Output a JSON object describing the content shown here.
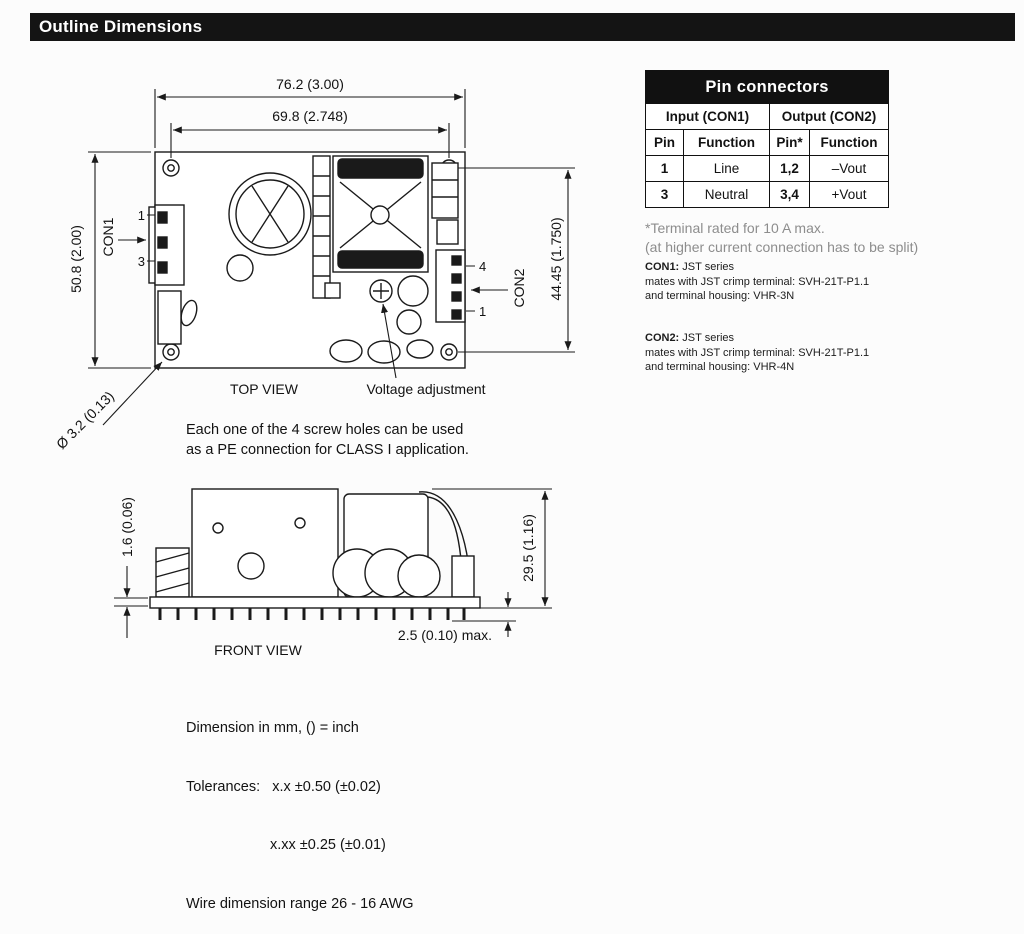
{
  "header": {
    "title": "Outline Dimensions"
  },
  "top_view": {
    "dim_width_outer": "76.2 (3.00)",
    "dim_width_inner": "69.8 (2.748)",
    "dim_height_left": "50.8 (2.00)",
    "dim_height_right": "44.45 (1.750)",
    "con1_label": "CON1",
    "con2_label": "CON2",
    "con1_pin_top": "1",
    "con1_pin_bottom": "3",
    "con2_pin_top": "4",
    "con2_pin_bottom": "1",
    "hole_diameter": "Ø 3.2 (0.13)",
    "caption": "TOP VIEW",
    "voltage_adjustment_label": "Voltage adjustment"
  },
  "screw_note": {
    "line1": "Each one of the 4 screw holes can be used",
    "line2": "as a PE connection for CLASS I application."
  },
  "front_view": {
    "dim_board_thickness": "1.6 (0.06)",
    "dim_height": "29.5 (1.16)",
    "dim_pin_max": "2.5 (0.10) max.",
    "caption": "FRONT VIEW"
  },
  "footnotes": {
    "line1": "Dimension in mm, () = inch",
    "line2": "Tolerances:   x.x ±0.50 (±0.02)",
    "line3": "x.xx ±0.25 (±0.01)",
    "line4": "Wire dimension range 26 - 16 AWG"
  },
  "pin_table": {
    "title": "Pin connectors",
    "group_headers": [
      "Input (CON1)",
      "Output (CON2)"
    ],
    "col_headers": [
      "Pin",
      "Function",
      "Pin*",
      "Function"
    ],
    "rows": [
      [
        "1",
        "Line",
        "1,2",
        "–Vout"
      ],
      [
        "3",
        "Neutral",
        "3,4",
        "+Vout"
      ]
    ]
  },
  "terminal_note": {
    "line1": "*Terminal rated for 10 A max.",
    "line2": "(at higher current connection has to be split)"
  },
  "con1_info": {
    "label": "CON1:",
    "series": " JST series",
    "line2": "mates with JST crimp terminal: SVH-21T-P1.1",
    "line3": "and terminal housing: VHR-3N"
  },
  "con2_info": {
    "label": "CON2:",
    "series": " JST series",
    "line2": "mates with JST crimp terminal: SVH-21T-P1.1",
    "line3": "and terminal housing: VHR-4N"
  },
  "colors": {
    "header_bg": "#141414",
    "header_text": "#ffffff",
    "table_header_bg": "#111111",
    "line_color": "#1a1a1a",
    "gray_text": "#8d8d8d",
    "page_bg": "#fcfcfc"
  }
}
